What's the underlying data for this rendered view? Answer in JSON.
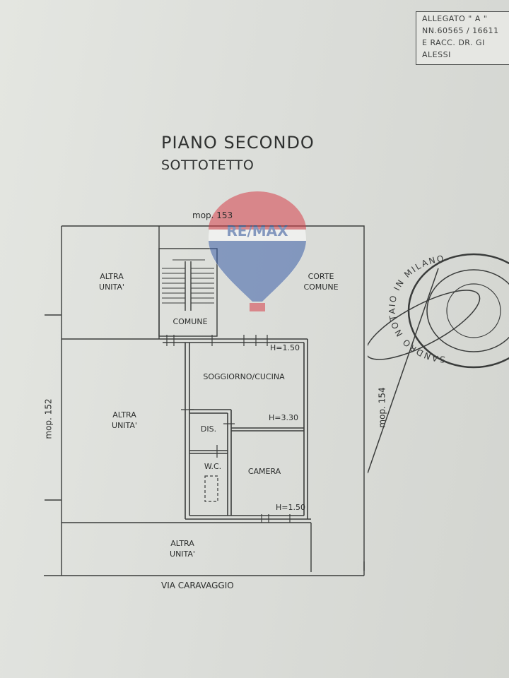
{
  "stamp": {
    "line1": "ALLEGATO \" A \"",
    "line2": "NN.60565 / 16611",
    "line3": "E RACC. DR. GI",
    "line4": "ALESSI"
  },
  "title": "PIANO SECONDO",
  "subtitle": "SOTTOTETTO",
  "logo": {
    "text": "RE/MAX",
    "colors": {
      "red": "#d6404a",
      "blue": "#3c5fa8"
    }
  },
  "boundaries": {
    "top": "mop. 153",
    "left": "mop. 152",
    "right": "mop. 154",
    "bottom": "VIA CARAVAGGIO"
  },
  "rooms": {
    "altra_top_left": [
      "ALTRA",
      "UNITA'"
    ],
    "corte": [
      "CORTE",
      "COMUNE"
    ],
    "comune": "COMUNE",
    "altra_left": [
      "ALTRA",
      "UNITA'"
    ],
    "soggiorno": "SOGGIORNO/CUCINA",
    "dis": "DIS.",
    "wc": "W.C.",
    "camera": "CAMERA",
    "altra_bottom": [
      "ALTRA",
      "UNITA'"
    ]
  },
  "heights": {
    "h1": "H=1.50",
    "h2": "H=3.30",
    "h3": "H=1.50"
  },
  "seal_text": "SANDRO NOTAIO IN MILANO"
}
